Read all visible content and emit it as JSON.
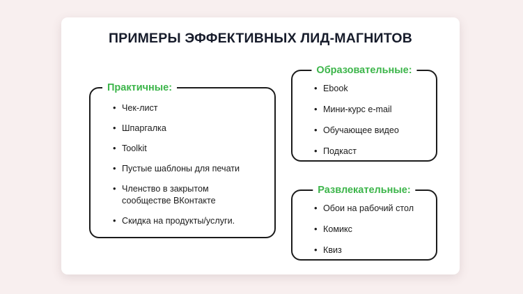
{
  "slide": {
    "title": "ПРИМЕРЫ ЭФФЕКТИВНЫХ ЛИД-МАГНИТОВ",
    "background_color": "#f8efef",
    "card_color": "#ffffff",
    "title_color": "#171c2b",
    "accent_color": "#3cb54a",
    "border_color": "#1b1b1b",
    "bullet_glyph": "•"
  },
  "groups": [
    {
      "id": "practical",
      "legend": "Практичные:",
      "items": [
        "Чек-лист",
        "Шпаргалка",
        "Toolkit",
        "Пустые шаблоны для печати",
        "Членство в закрытом сообществе  ВКонтакте",
        "Скидка на продукты/услуги."
      ]
    },
    {
      "id": "educational",
      "legend": "Образовательные:",
      "items": [
        "Ebook",
        "Мини-курс e-mail",
        "Обучающее видео",
        "Подкаст"
      ]
    },
    {
      "id": "entertaining",
      "legend": "Развлекательные:",
      "items": [
        "Обои на рабочий стол",
        "Комикс",
        "Квиз"
      ]
    }
  ]
}
